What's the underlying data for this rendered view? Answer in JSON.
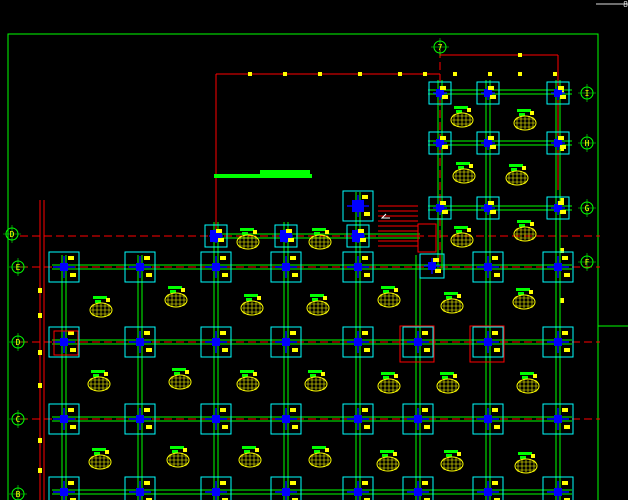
{
  "viewport": {
    "background": "#000000",
    "corner_mark": "8"
  },
  "colors": {
    "border": "#00ff00",
    "grid_line": "#00ff00",
    "axis_line": "#ff0000",
    "dim_line": "#ff0000",
    "column_box": "#00ffff",
    "column_core": "#0000ff",
    "tag": "#ffff00",
    "footing_symbol": "#ffff00",
    "label_bar": "#00ff00",
    "axis_bubble": "#00ff00",
    "stair": "#ff0000"
  },
  "axis_labels_left": [
    "D",
    "E",
    "D",
    "C",
    "B"
  ],
  "axis_labels_right": [
    "I",
    "H",
    "G",
    "F"
  ],
  "axis_labels_top": [
    "7"
  ],
  "icons": {
    "column": "column-symbol-icon",
    "footing": "footing-symbol-icon",
    "axis_bubble": "axis-bubble-icon",
    "stair": "stair-symbol-icon"
  }
}
